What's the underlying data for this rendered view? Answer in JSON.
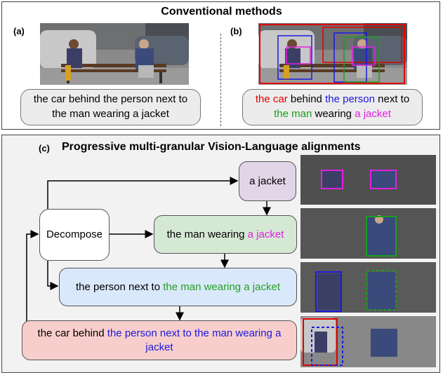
{
  "top": {
    "title": "Conventional methods",
    "panel_a": {
      "tag": "(a)",
      "caption": "the car behind the person next to the man wearing a jacket"
    },
    "panel_b": {
      "tag": "(b)",
      "caption_parts": [
        {
          "text": "the car",
          "color": "#e00000"
        },
        {
          "text": " behind ",
          "color": "#000000"
        },
        {
          "text": "the person",
          "color": "#1a1adf"
        },
        {
          "text": " next to ",
          "color": "#000000"
        },
        {
          "text": "the man",
          "color": "#1b9e1b"
        },
        {
          "text": " wearing ",
          "color": "#000000"
        },
        {
          "text": "a jacket",
          "color": "#e020e0"
        }
      ]
    }
  },
  "bottom": {
    "tag": "(c)",
    "title": "Progressive multi-granular Vision-Language alignments",
    "decompose": "Decompose",
    "step1": {
      "text": "a jacket"
    },
    "step2": {
      "prefix": "the man wearing ",
      "highlight": "a jacket"
    },
    "step3": {
      "prefix": "the person next to ",
      "highlight": "the man wearing a jacket"
    },
    "step4": {
      "prefix": "the car behind ",
      "highlight": "the person next to the man wearing a jacket"
    }
  },
  "colors": {
    "car": "#e00000",
    "person": "#1a1adf",
    "man": "#1b9e1b",
    "jacket": "#e020e0",
    "step1_bg": "#e1d5e7",
    "step2_bg": "#d5e8d4",
    "step3_bg": "#dae8fc",
    "step4_bg": "#f8cecc"
  }
}
